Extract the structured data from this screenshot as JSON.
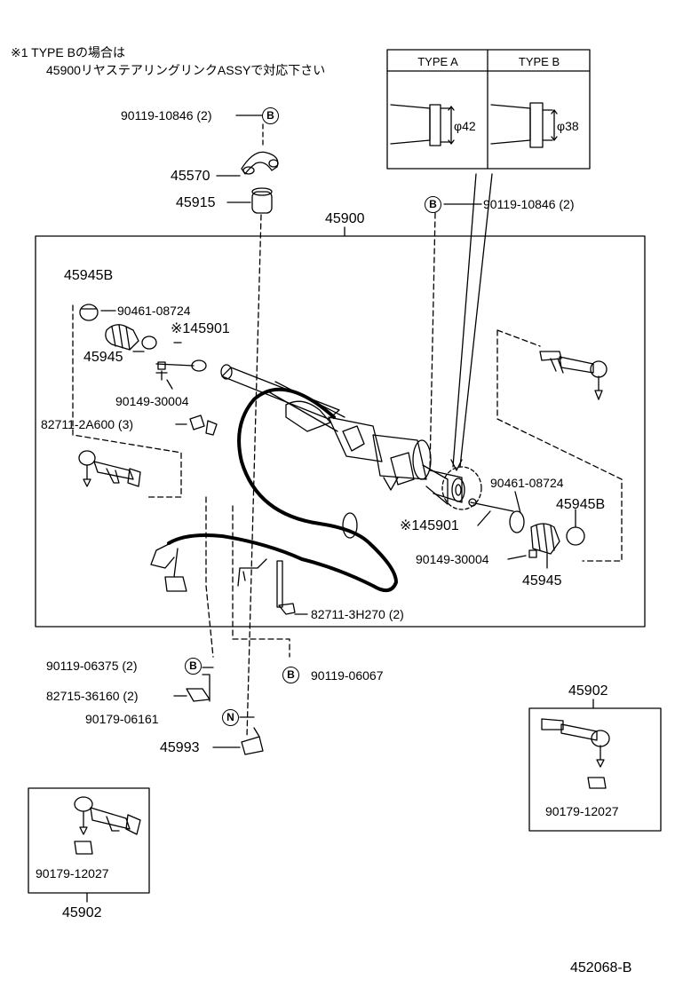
{
  "note": {
    "line1": "※1  TYPE Bの場合は",
    "line2": "45900リヤステアリングリンクASSYで対応下さい"
  },
  "inset_table": {
    "col_a": "TYPE A",
    "col_b": "TYPE B",
    "dim_a": "φ42",
    "dim_b": "φ38"
  },
  "labels": {
    "p90119_10846_top": "90119-10846 (2)",
    "p45570": "45570",
    "p45915": "45915",
    "p45900": "45900",
    "p90119_10846_mid": "90119-10846 (2)",
    "p45945B_left": "45945B",
    "p90461_left": "90461-08724",
    "p45901_left": "※145901",
    "p45945_left": "45945",
    "p90149_left": "90149-30004",
    "p82711_2A600": "82711-2A600 (3)",
    "p90461_right": "90461-08724",
    "p45945B_right": "45945B",
    "p45901_right": "※145901",
    "p90149_right": "90149-30004",
    "p45945_right": "45945",
    "p82711_3H270": "82711-3H270 (2)",
    "p90119_06375": "90119-06375 (2)",
    "p82715_36160": "82715-36160 (2)",
    "p90179_06161": "90179-06161",
    "p45993": "45993",
    "p90119_06067": "90119-06067",
    "p45902_right_top": "45902",
    "p90179_12027_right": "90179-12027",
    "p90179_12027_left": "90179-12027",
    "p45902_left_bottom": "45902",
    "code": "452068-B"
  },
  "badges": {
    "b1": "B",
    "b2": "B",
    "b3": "B",
    "b4": "B",
    "n1": "N"
  }
}
